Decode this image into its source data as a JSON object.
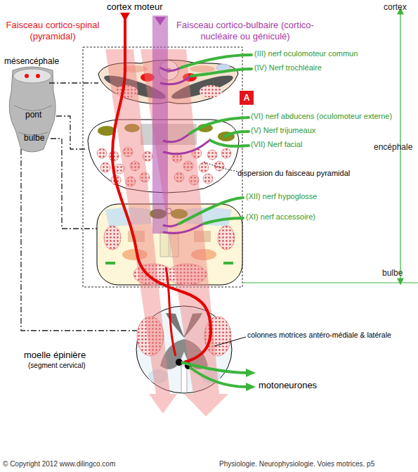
{
  "diagram": {
    "nodes": [
      {
        "text": [
          "A"
        ]
      }
    ],
    "labels": [
      "cortex moteur",
      "Faisceau cortico-spinal (pyramidal)",
      "Faisceau cortico-bulbaire (cortico-nucléaire ou géniculé)",
      "cortex",
      "mésencéphale",
      "pont",
      "bulbe",
      "(III) nerf oculomoteur commun",
      "(IV) Nerf trochléaire",
      "(VI) nerf abducens (oculomoteur externe)",
      "(V) Nerf trijumeaux",
      "(VII) Nerf facial",
      "encéphale",
      "dispersion du faisceau pyramidal",
      "(XII) nerf hypoglosse",
      "(XI) nerf accessoire)",
      "bulbe",
      "colonnes motrices antéro-médiale & latérale",
      "moelle épinière",
      "(segment cervical)",
      "motoneurones",
      "© Copyright 2012 www.dilingco.com",
      "Physiologie. Neurophysiologie. Voies motrices. p5"
    ]
  }
}
